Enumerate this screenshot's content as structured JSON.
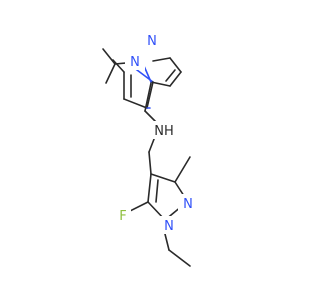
{
  "molecule": {
    "atoms": {
      "n_pyrazole_top": "N",
      "n_pyrazole_top_sub": "N",
      "n_amine": "NH",
      "n_pyrazole_bottom_ring": "N",
      "n_pyrazole_bottom_sub": "N",
      "fluorine": "F"
    },
    "colors": {
      "carbon_bond": "#2a2a2a",
      "nitrogen": "#3050f8",
      "fluorine": "#8fbf3f"
    }
  }
}
